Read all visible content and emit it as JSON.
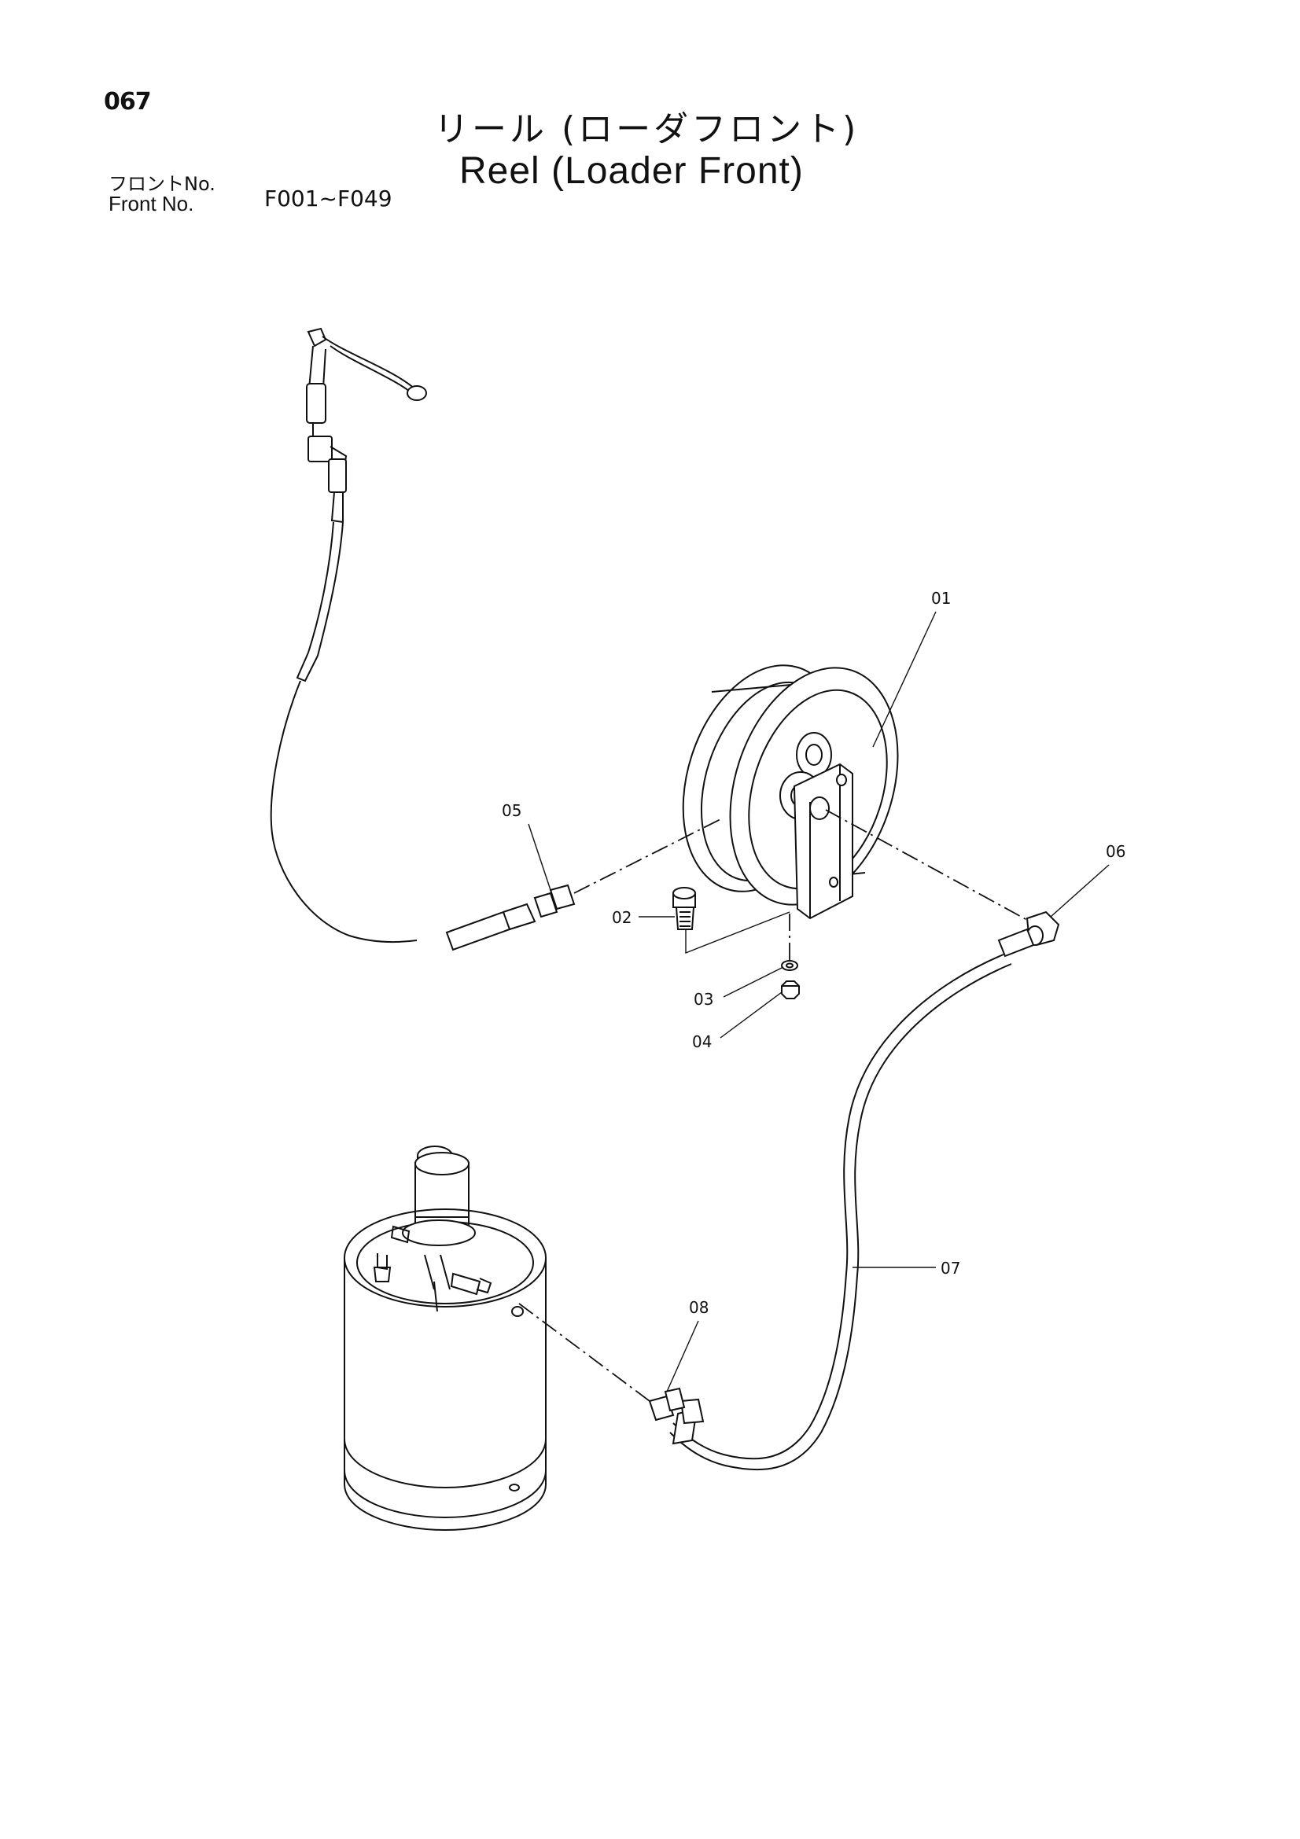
{
  "header": {
    "page_number": "067",
    "title_jp": "リール (ローダフロント)",
    "title_en": "Reel (Loader Front)",
    "front_label_jp": "フロントNo.",
    "front_label_en": "Front No.",
    "front_range": "F001~F049"
  },
  "callouts": {
    "p01": "01",
    "p02": "02",
    "p03": "03",
    "p04": "04",
    "p05": "05",
    "p06": "06",
    "p07": "07",
    "p08": "08"
  }
}
